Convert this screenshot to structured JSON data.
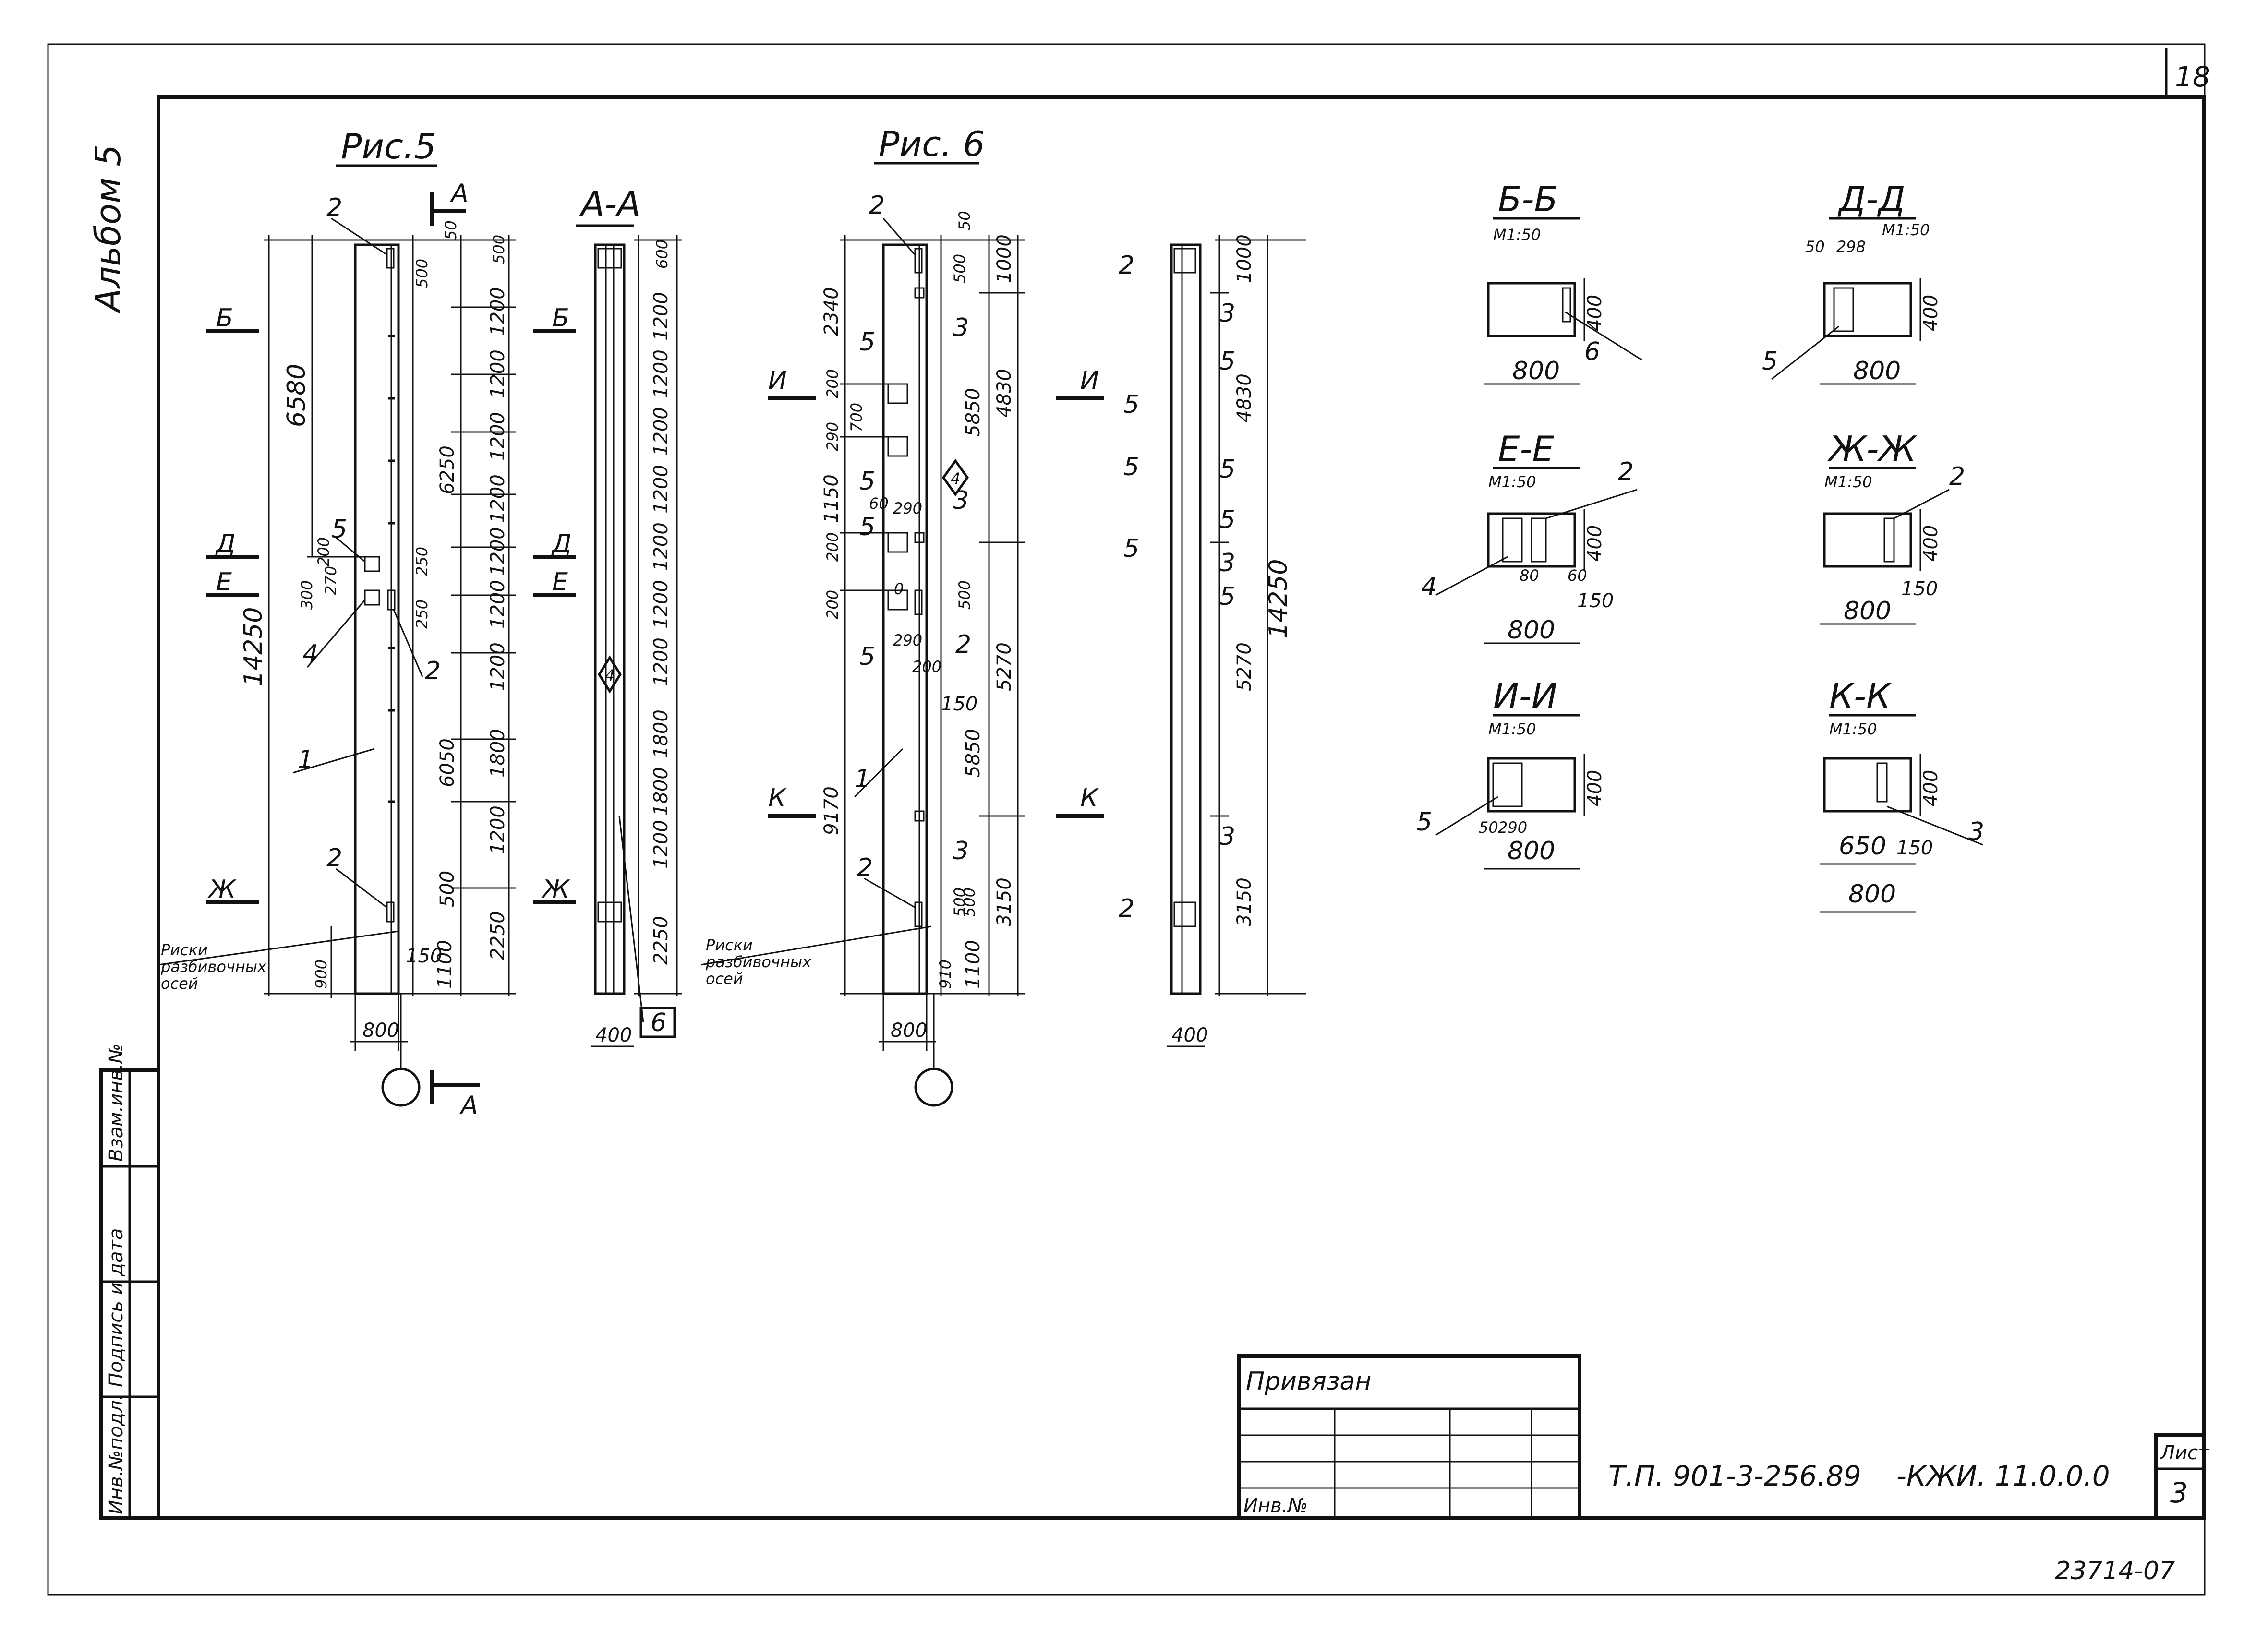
{
  "sheet": {
    "sheet_number": "18",
    "album": "Альбом 5",
    "archive_number": "23714-07",
    "side_stamp": {
      "inv_podl": "Инв.№подл.",
      "podpis_data": "Подпись и дата",
      "vzam_inv": "Взам.инв.№"
    }
  },
  "title_block": {
    "privyazan": "Привязан",
    "inv_no": "Инв.№",
    "project_code": "Т.П. 901-3-256.89",
    "doc_code": "-КЖИ. 11.0.0.0",
    "list_label": "Лист",
    "list_value": "3"
  },
  "fig5": {
    "title": "Рис.5",
    "overall_height": "14250",
    "upper_dim": "6580",
    "width": "800",
    "bottom_offset": "900",
    "lower_dim_1": "1100",
    "offset_150": "150",
    "chain": [
      "500",
      "1200",
      "1200",
      "1200",
      "1200",
      "1200",
      "1200",
      "1200",
      "1800",
      "1200",
      "2250"
    ],
    "group_dims": [
      "6250",
      "6050"
    ],
    "top_small": "50",
    "small_dims": {
      "d200": "200",
      "d300": "300",
      "d250a": "250",
      "d250b": "250",
      "d270": "270",
      "d500a": "500",
      "d500b": "500"
    },
    "marks": {
      "m1": "1",
      "m2a": "2",
      "m2b": "2",
      "m2c": "2",
      "m4": "4",
      "m5": "5"
    },
    "cuts": {
      "A": "А",
      "B": "Б",
      "D": "Д",
      "E": "Е",
      "ZH": "Ж"
    },
    "note": [
      "Риски",
      "разбивочных",
      "осей"
    ]
  },
  "sectionAA": {
    "title": "А-А",
    "chain": [
      "600",
      "1200",
      "1200",
      "1200",
      "1200",
      "1200",
      "1200",
      "1200",
      "1800",
      "1800",
      "1200",
      "2250"
    ],
    "width": "400",
    "mark6": "6",
    "diamond": "4"
  },
  "fig6": {
    "title": "Рис. 6",
    "left_dims": {
      "d2340": "2340",
      "d200a": "200",
      "d700": "700",
      "d290": "290",
      "d1150": "1150",
      "d200b": "200",
      "d200c": "200",
      "d9170": "9170"
    },
    "right_dims": {
      "d1000": "1000",
      "d4830": "4830",
      "d5270": "5270",
      "d3150": "3150"
    },
    "inner_dims": {
      "d50": "50",
      "d500a": "500",
      "d5850a": "5850",
      "d60": "60",
      "d290": "290",
      "d290b": "290",
      "d500b": "500",
      "d200": "200",
      "d150": "150",
      "d5850b": "5850",
      "d500c": "500",
      "d500d": "500",
      "d910": "910",
      "d1100": "1100",
      "d0": "0"
    },
    "width": "800",
    "marks": {
      "m1": "1",
      "m2a": "2",
      "m2b": "2",
      "m2c": "2",
      "m3a": "3",
      "m3b": "3",
      "m3c": "3",
      "m5a": "5",
      "m5b": "5",
      "m5c": "5",
      "m5d": "5"
    },
    "diamond": "4",
    "cuts": {
      "I": "И",
      "K": "К"
    },
    "note": [
      "Риски",
      "разбивочных",
      "осей"
    ]
  },
  "side6": {
    "overall": "14250",
    "dims": [
      "1000",
      "4830",
      "5270",
      "3150"
    ],
    "width": "400",
    "marks": {
      "m2a": "2",
      "m2b": "2",
      "m3a": "3",
      "m3b": "3",
      "m3c": "3",
      "m5a": "5",
      "m5b": "5",
      "m5c": "5",
      "m5d": "5",
      "m5e": "5",
      "m5f": "5",
      "m5g": "5"
    }
  },
  "sections": {
    "scale": "М1:50",
    "bb": {
      "title": "Б-Б",
      "w": "800",
      "h": "400",
      "mark": "6"
    },
    "dd": {
      "title": "Д-Д",
      "w": "800",
      "h": "400",
      "a": "50",
      "b": "298",
      "mark": "5"
    },
    "ee": {
      "title": "Е-Е",
      "w": "800",
      "h": "400",
      "a": "80",
      "b": "60",
      "c": "150",
      "mark4": "4",
      "mark2": "2"
    },
    "zhzh": {
      "title": "Ж-Ж",
      "w": "800",
      "h": "400",
      "c": "150",
      "mark2": "2"
    },
    "ii": {
      "title": "И-И",
      "w": "800",
      "h": "400",
      "a": "50",
      "b": "290",
      "mark5": "5"
    },
    "kk": {
      "title": "К-К",
      "w": "800",
      "h": "400",
      "a": "650",
      "b": "150",
      "mark3": "3"
    }
  }
}
